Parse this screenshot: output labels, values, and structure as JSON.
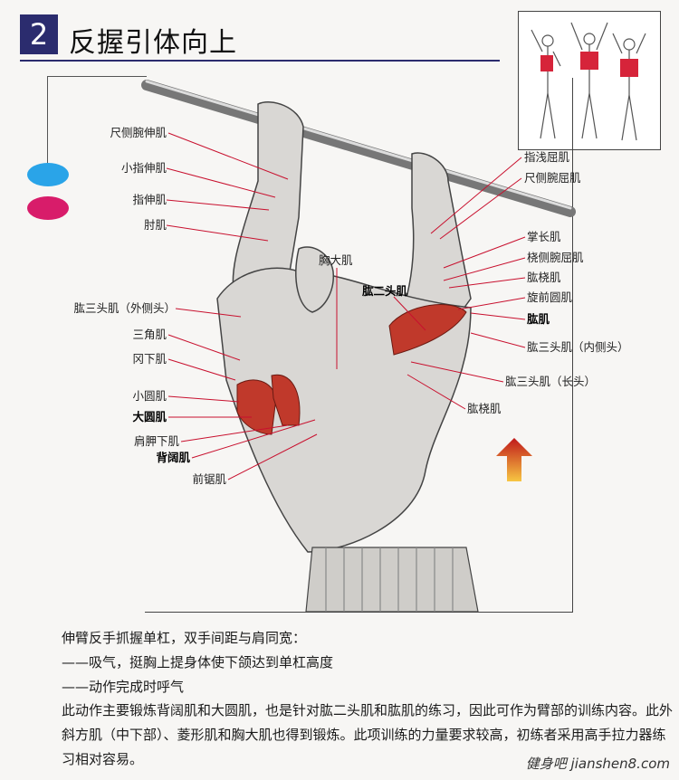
{
  "header": {
    "number": "2",
    "title": "反握引体向上"
  },
  "labels_left": [
    {
      "text": "尺侧腕伸肌",
      "bold": false
    },
    {
      "text": "小指伸肌",
      "bold": false
    },
    {
      "text": "指伸肌",
      "bold": false
    },
    {
      "text": "肘肌",
      "bold": false
    },
    {
      "text": "肱三头肌（外侧头）",
      "bold": false
    },
    {
      "text": "三角肌",
      "bold": false
    },
    {
      "text": "冈下肌",
      "bold": false
    },
    {
      "text": "小圆肌",
      "bold": false
    },
    {
      "text": "大圆肌",
      "bold": true
    },
    {
      "text": "肩胛下肌",
      "bold": false
    },
    {
      "text": "背阔肌",
      "bold": true
    },
    {
      "text": "前锯肌",
      "bold": false
    }
  ],
  "labels_center": [
    {
      "text": "胸大肌",
      "bold": false
    },
    {
      "text": "肱二头肌",
      "bold": true
    }
  ],
  "labels_right": [
    {
      "text": "指浅屈肌",
      "bold": false
    },
    {
      "text": "尺侧腕屈肌",
      "bold": false
    },
    {
      "text": "掌长肌",
      "bold": false
    },
    {
      "text": "桡侧腕屈肌",
      "bold": false
    },
    {
      "text": "肱桡肌",
      "bold": false
    },
    {
      "text": "旋前圆肌",
      "bold": false
    },
    {
      "text": "肱肌",
      "bold": true
    },
    {
      "text": "肱三头肌（内侧头）",
      "bold": false
    },
    {
      "text": "肱三头肌（长头）",
      "bold": false
    },
    {
      "text": "肱桡肌",
      "bold": false
    }
  ],
  "instructions": {
    "intro": "伸臂反手抓握单杠，双手间距与肩同宽：",
    "step1": "——吸气，挺胸上提身体使下颌达到单杠高度",
    "step2": "——动作完成时呼气",
    "paragraph": "此动作主要锻炼背阔肌和大圆肌，也是针对肱二头肌和肱肌的练习，因此可作为臂部的训练内容。此外斜方肌（中下部）、菱形肌和胸大肌也得到锻炼。此项训练的力量要求较高，初练者采用高手拉力器练习相对容易。"
  },
  "watermark": "健身吧 jianshen8.com",
  "colors": {
    "accent": "#2b2c6e",
    "blue_dot": "#2aa4e8",
    "pink_dot": "#d81c6a",
    "muscle_red": "#c0392b"
  }
}
